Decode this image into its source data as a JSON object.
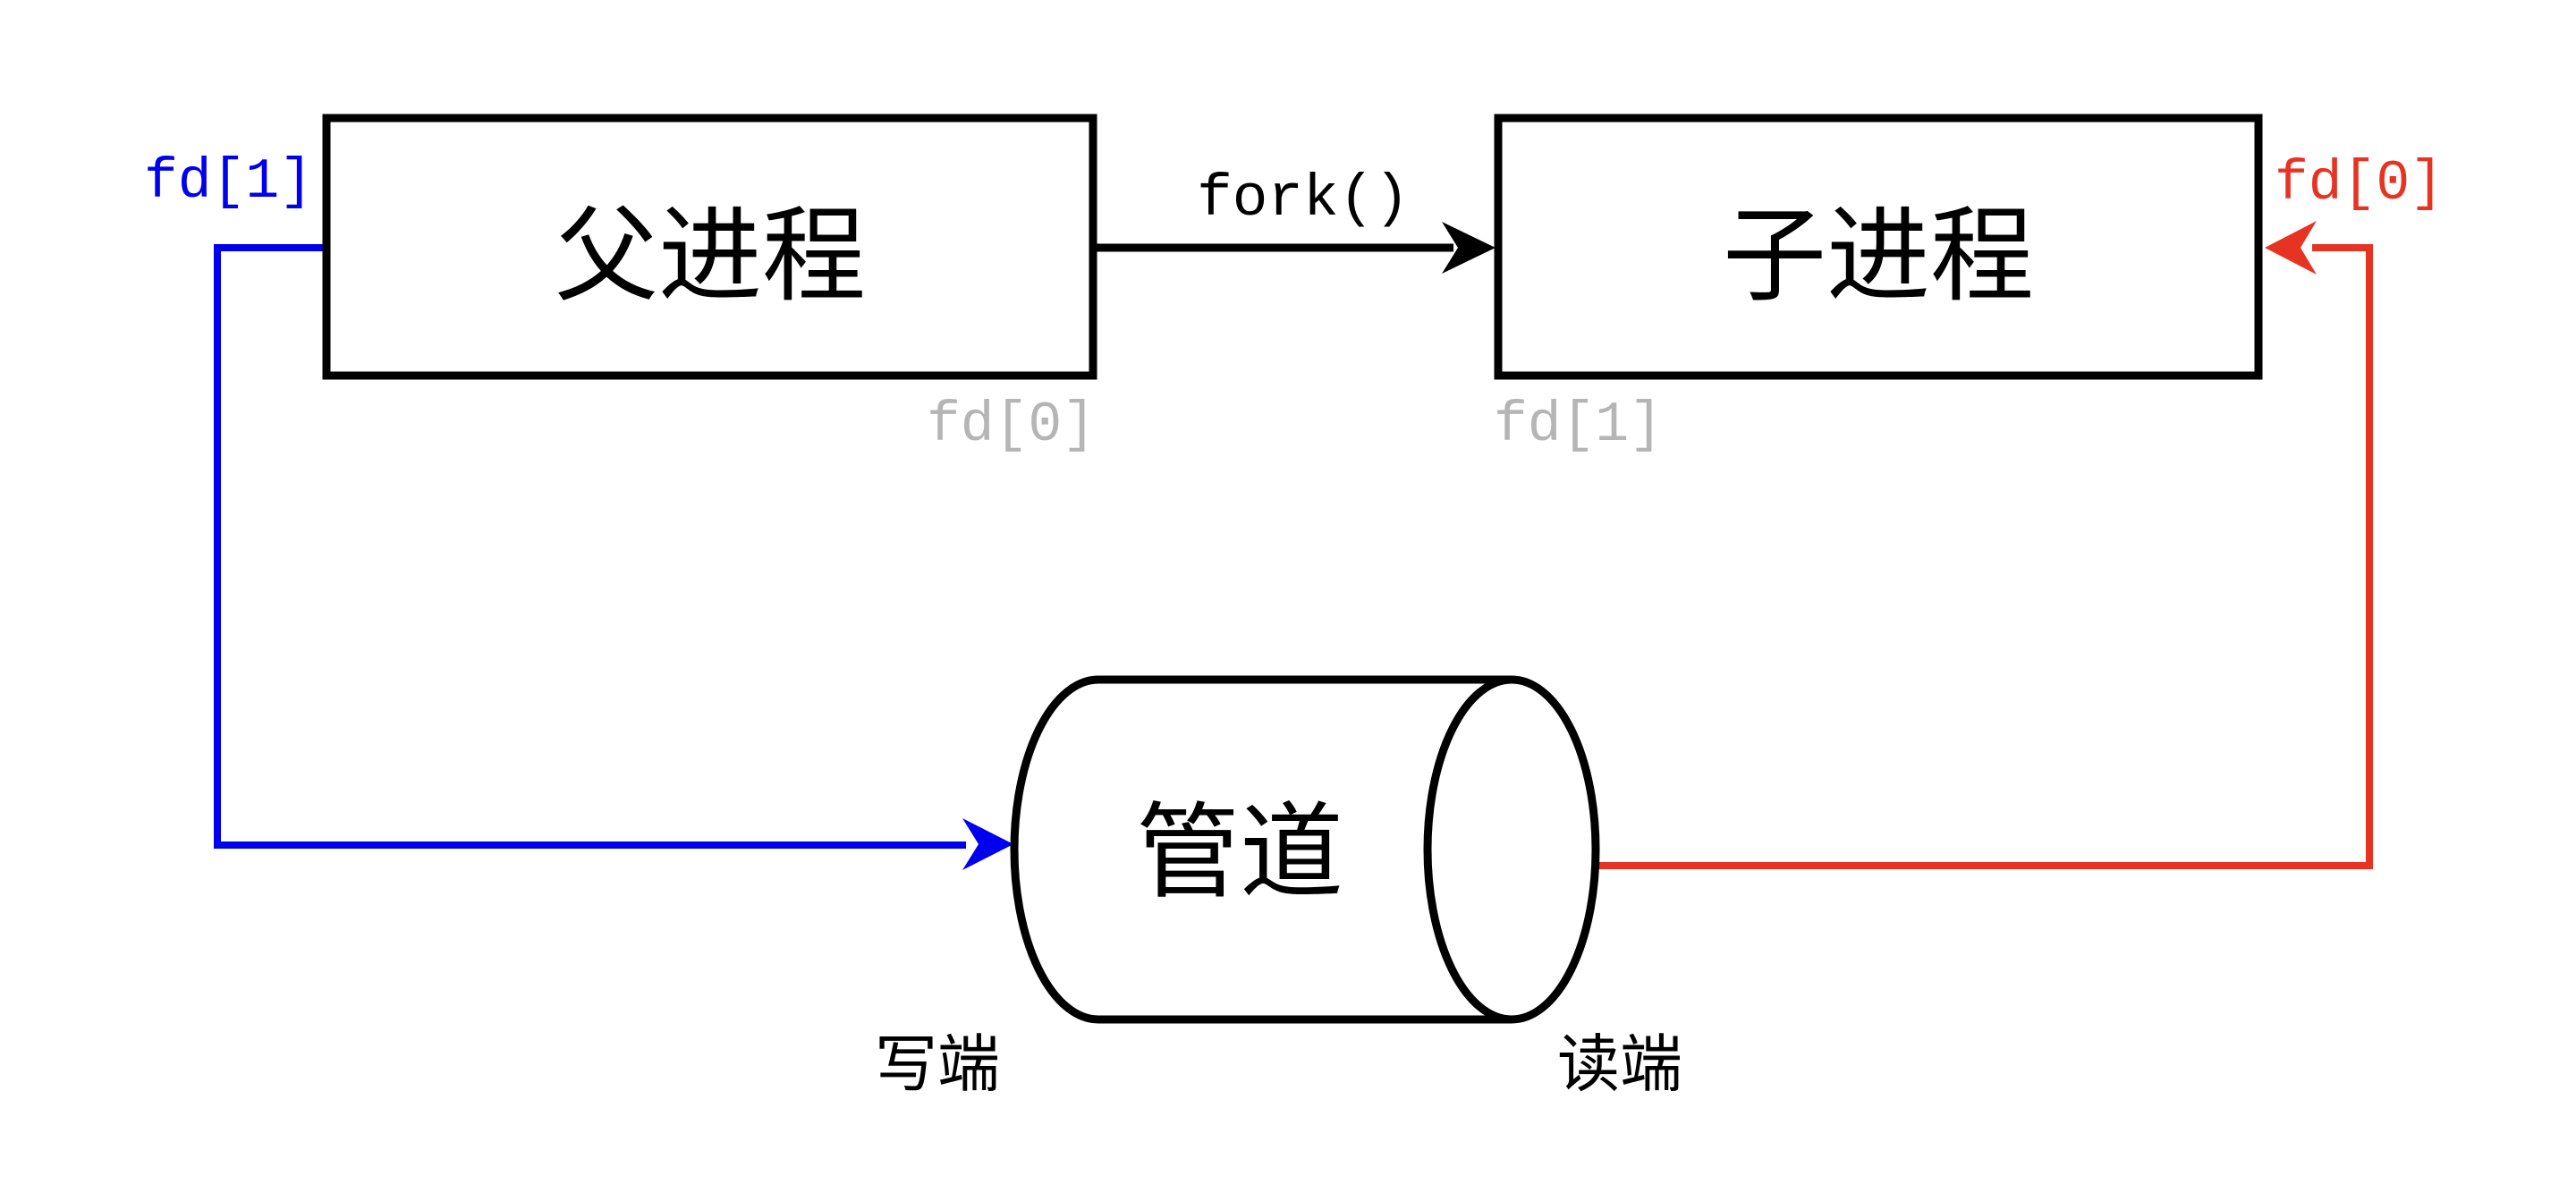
{
  "diagram": {
    "parent_process": {
      "label": "父进程",
      "write_fd_label": "fd[1]",
      "unused_fd_label": "fd[0]"
    },
    "child_process": {
      "label": "子进程",
      "read_fd_label": "fd[0]",
      "unused_fd_label": "fd[1]"
    },
    "fork_arrow": {
      "label": "fork()"
    },
    "pipe": {
      "label": "管道",
      "write_end_label": "写端",
      "read_end_label": "读端"
    },
    "colors": {
      "write_line": "#0000ee",
      "read_line": "#e63322",
      "unused_fd": "#b5b5b5",
      "outline": "#000000",
      "background": "#ffffff"
    }
  }
}
